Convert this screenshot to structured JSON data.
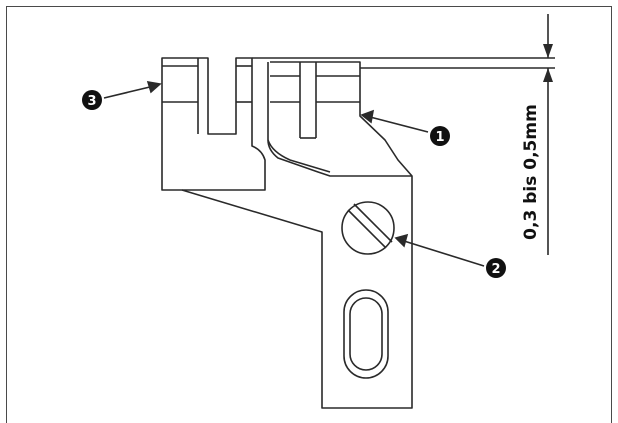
{
  "callouts": [
    {
      "id": "1",
      "glyph": "❶"
    },
    {
      "id": "2",
      "glyph": "❷"
    },
    {
      "id": "3",
      "glyph": "❸"
    }
  ],
  "dimension": {
    "label": "0,3 bis 0,5mm"
  },
  "colors": {
    "line": "#2a2a2a",
    "callout_fill": "#111111",
    "callout_text": "#ffffff"
  }
}
